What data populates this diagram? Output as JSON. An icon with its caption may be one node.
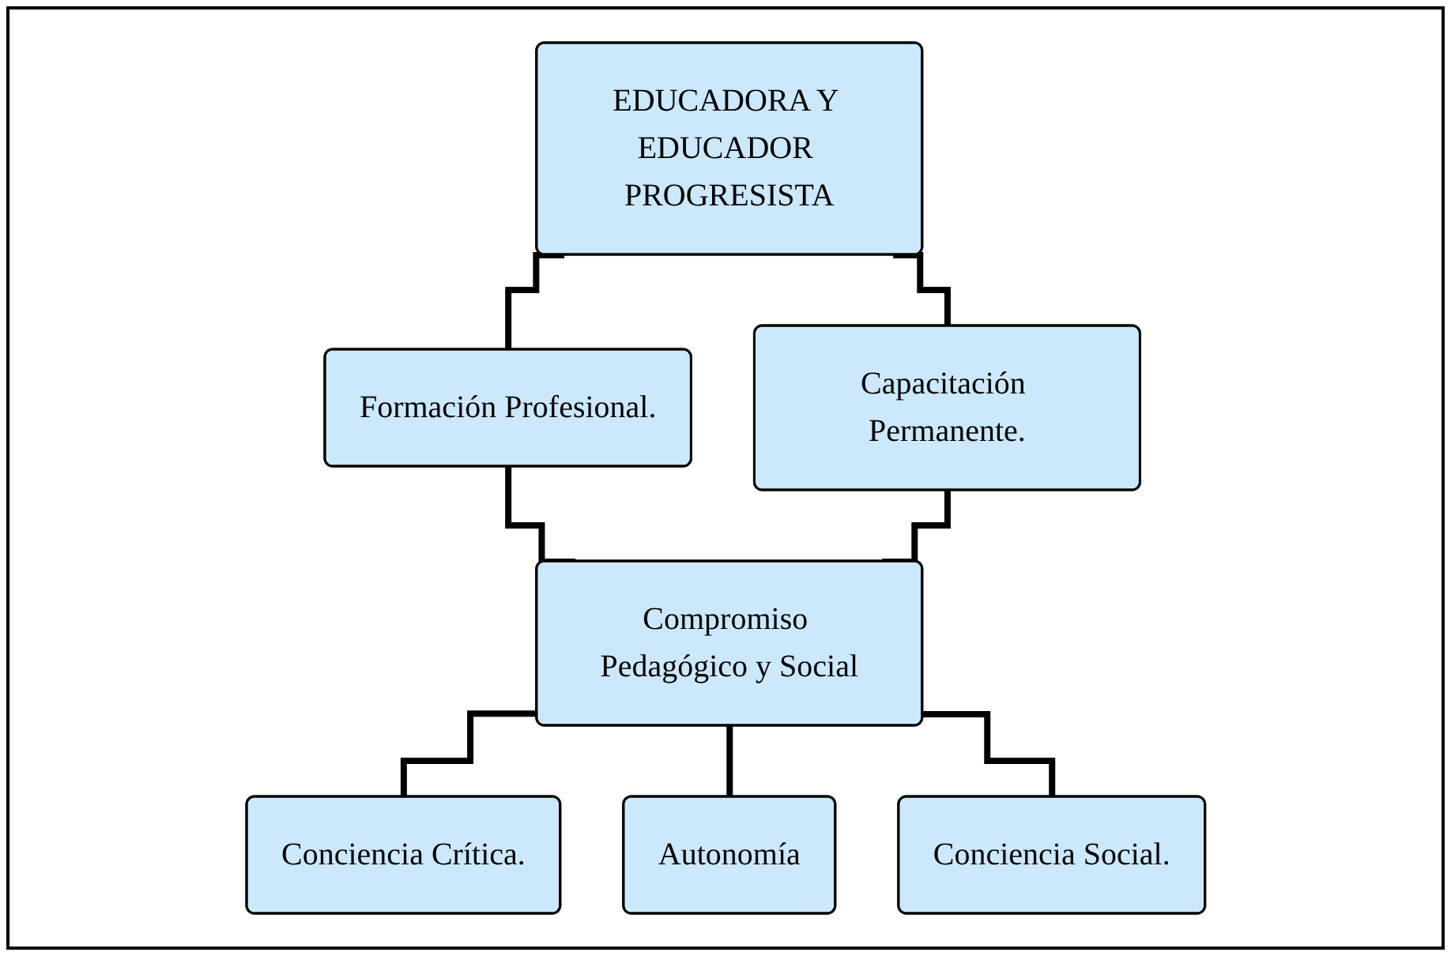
{
  "diagram": {
    "nodes": [
      {
        "text": [
          "EDUCADORA Y EDUCADOR PROGRESISTA"
        ]
      },
      {
        "text": [
          "Formación Profesional."
        ]
      },
      {
        "text": [
          "Capacitación Permanente."
        ]
      },
      {
        "text": [
          "Compromiso Pedagógico y Social"
        ]
      },
      {
        "text": [
          "Conciencia Crítica."
        ]
      },
      {
        "text": [
          "Autonomía"
        ]
      },
      {
        "text": [
          "Conciencia Social."
        ]
      }
    ],
    "edges": [
      {
        "from": 0,
        "to": 1,
        "arrow": "none"
      },
      {
        "from": 0,
        "to": 2,
        "arrow": "none"
      },
      {
        "from": 1,
        "to": 3,
        "arrow": "none"
      },
      {
        "from": 2,
        "to": 3,
        "arrow": "none"
      },
      {
        "from": 3,
        "to": 4,
        "arrow": "none"
      },
      {
        "from": 3,
        "to": 5,
        "arrow": "none"
      },
      {
        "from": 3,
        "to": 6,
        "arrow": "none"
      }
    ]
  }
}
